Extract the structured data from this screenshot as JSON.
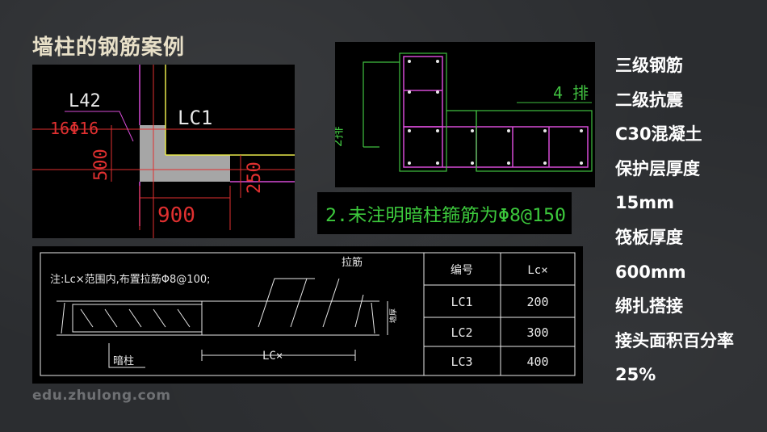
{
  "slide": {
    "title": "墙柱的钢筋案例",
    "watermark": "edu.zhulong.com"
  },
  "drawing1": {
    "column_label": "LC1",
    "bar_id": "L42",
    "bar_spec": "16Φ16",
    "dim_500": "500",
    "dim_250": "250",
    "dim_900": "900"
  },
  "drawing2": {
    "label_rows": "4 排",
    "label_side": "2排"
  },
  "note_banner": {
    "text": "2.未注明暗柱箍筋为Φ8@150"
  },
  "drawing3": {
    "note": "注:Lc×范围内,布置拉筋Φ8@100;",
    "tie_label": "拉筋",
    "dim_lc": "LC×",
    "column_label": "暗柱",
    "wall_label": "墙厚",
    "table": {
      "headers": [
        "编号",
        "Lc×"
      ],
      "rows": [
        [
          "LC1",
          "200"
        ],
        [
          "LC2",
          "300"
        ],
        [
          "LC3",
          "400"
        ]
      ]
    }
  },
  "side_list": [
    "三级钢筋",
    "二级抗震",
    "C30混凝土",
    "保护层厚度",
    "15mm",
    "筏板厚度",
    "600mm",
    "绑扎搭接",
    "接头面积百分率",
    "25%"
  ]
}
